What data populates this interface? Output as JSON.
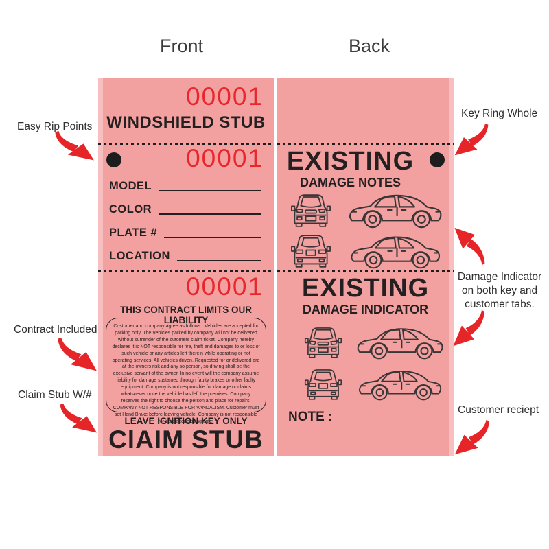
{
  "page": {
    "front_label": "Front",
    "back_label": "Back"
  },
  "colors": {
    "ticket_pink": "#f2a0a0",
    "ticket_edge_pink": "#f7bfbf",
    "number_red": "#e8262b",
    "arrow_red": "#e62529",
    "ink_black": "#241f20"
  },
  "front_ticket": {
    "windshield_section": {
      "number": "00001",
      "title": "WINDSHIELD STUB"
    },
    "keytag_section": {
      "number": "00001",
      "fields": [
        {
          "label": "MODEL"
        },
        {
          "label": "COLOR"
        },
        {
          "label": "PLATE #"
        },
        {
          "label": "LOCATION"
        }
      ]
    },
    "claim_section": {
      "number": "00001",
      "contract_heading": "THIS CONTRACT LIMITS OUR LIABILITY",
      "contract_text": "Customer and company agree as follows : Vehicles are accepted for parking only. The Vehicles parked by company will not be delivered without surrender of the cutomers claim ticket. Company hereby declares it is NOT responsible for fire, theft and damages to or loss of such vehicle or any articles left therein while operating or not operating services. All vehicles driven, Requested for or delivered are at the owners risk and any so person, so driving shall be the exclusive servant of the owner. In no event will the company assume liability for damage sustained through faulty brakes or other faulty equipment. Company is not responsible for damage or claims whatsoever once the vehicle has left the premises. Company reserves the right to choose the person and place for repairs. COMPANY NOT RESPONSIBLE FOR VANDALISM. Customer must set Hand Brake before leaving vehicle. Company is not responsible for cars after closing time.",
      "ignition_note": "LEAVE IGNITION KEY ONLY",
      "title": "ClAIM STUB"
    }
  },
  "back_ticket": {
    "notes_section": {
      "title": "EXISTING",
      "subtitle": "DAMAGE NOTES"
    },
    "indicator_section": {
      "title": "EXISTING",
      "subtitle": "DAMAGE INDICATOR",
      "note_label": "NOTE :"
    }
  },
  "annotations": {
    "easy_rip_points": "Easy Rip Points",
    "contract_included": "Contract Included",
    "claim_stub": "Claim Stub W/#",
    "key_ring_whole": "Key Ring Whole",
    "damage_indicator": "Damage Indicator on both key and customer tabs.",
    "customer_receipt": "Customer reciept"
  }
}
